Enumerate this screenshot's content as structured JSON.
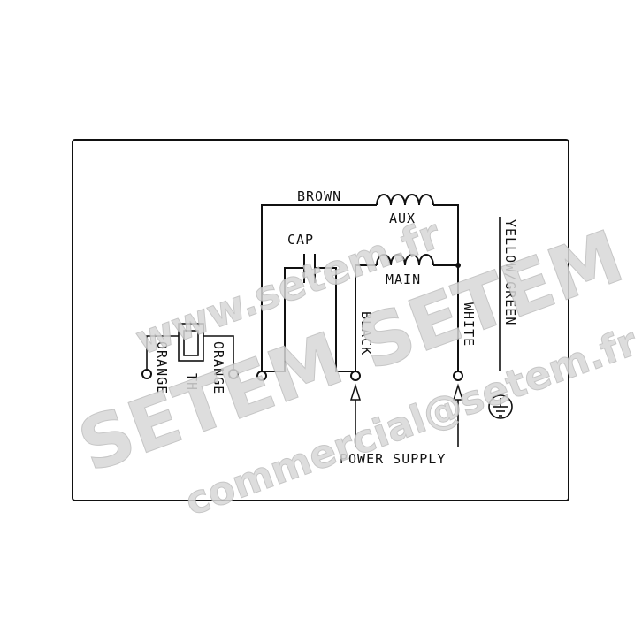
{
  "labels": {
    "brown": "BROWN",
    "aux": "AUX",
    "cap": "CAP",
    "main": "MAIN",
    "black": "BLACK",
    "white": "WHITE",
    "yellow_green": "YELLOW/GREEN",
    "orange_left": "ORANGE",
    "orange_right": "ORANGE",
    "th": "TH",
    "power_supply": "POWER SUPPLY"
  },
  "watermark": {
    "line1": "www.setem.fr",
    "line2": "SETEM SETEM",
    "line3": "commercial@setem.fr"
  },
  "icons": {
    "ground": "ground-symbol-icon",
    "coil": "coil-winding-icon",
    "capacitor": "capacitor-icon",
    "arrow": "arrow-up-icon",
    "terminal": "terminal-circle-icon"
  }
}
